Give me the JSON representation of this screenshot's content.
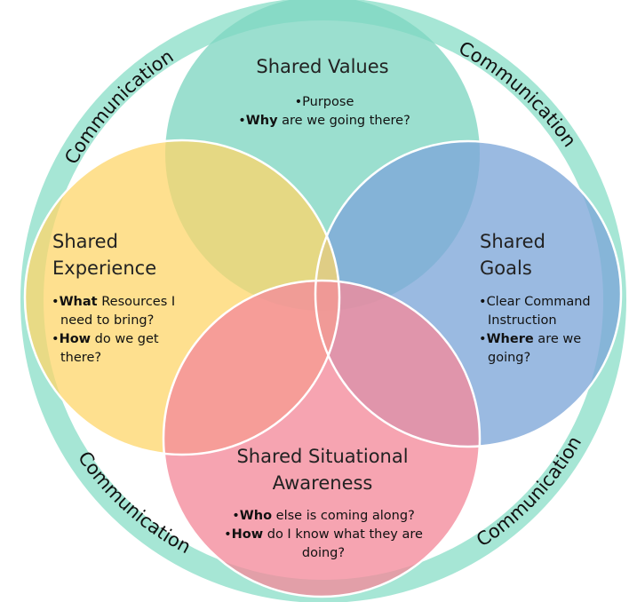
{
  "ring": {
    "label": "Communication",
    "color": "#a6e6d5"
  },
  "values": {
    "title": "Shared Values",
    "b1": "Purpose",
    "b2_bold": "Why",
    "b2_rest": " are we going there?",
    "color": "#7fd6c1"
  },
  "experience": {
    "title_l1": "Shared",
    "title_l2": "Experience",
    "b1_bold": "What",
    "b1_rest": " Resources I need to bring?",
    "b2_bold": "How",
    "b2_rest": " do we get there?",
    "color": "#fdd56a"
  },
  "goals": {
    "title_l1": "Shared",
    "title_l2": "Goals",
    "b1": "Clear Command Instruction",
    "b2_bold": "Where",
    "b2_rest": " are we going?",
    "color": "#7ea7d8"
  },
  "situational": {
    "title_l1": "Shared Situational",
    "title_l2": "Awareness",
    "b1_bold": "Who",
    "b1_rest": " else is coming along?",
    "b2_bold": "How",
    "b2_rest": " do I know what they are doing?",
    "color": "#f48a9b"
  }
}
